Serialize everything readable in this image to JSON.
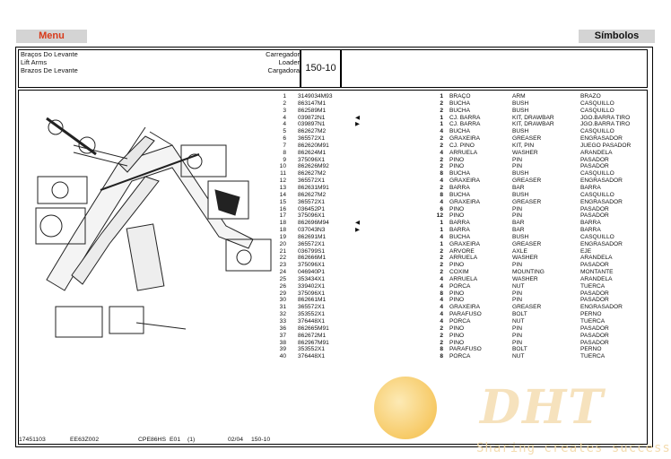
{
  "toolbar": {
    "menu_label": "Menu",
    "symbols_label": "Símbolos"
  },
  "header": {
    "title_pt": "Braços Do Levante",
    "title_en": "Lift Arms",
    "title_es": "Brazos De Levante",
    "group_pt": "Carregador",
    "group_en": "Loader",
    "group_es": "Cargadora",
    "section_number": "150-10"
  },
  "parts": [
    {
      "ref": "1",
      "part": "3149034M93",
      "qty": "1",
      "pt": "BRAÇO",
      "en": "ARM",
      "es": "BRAZO"
    },
    {
      "ref": "2",
      "part": "863147M1",
      "qty": "2",
      "pt": "BUCHA",
      "en": "BUSH",
      "es": "CASQUILLO"
    },
    {
      "ref": "3",
      "part": "862589M1",
      "qty": "2",
      "pt": "BUCHA",
      "en": "BUSH",
      "es": "CASQUILLO"
    },
    {
      "ref": "4",
      "part": "039872N1",
      "qty": "1",
      "pt": "CJ. BARRA",
      "en": "KIT, DRAWBAR",
      "es": "JGO.BARRA TIRO",
      "marker": "◀"
    },
    {
      "ref": "4",
      "part": "039897N1",
      "qty": "1",
      "pt": "CJ. BARRA",
      "en": "KIT, DRAWBAR",
      "es": "JGO.BARRA TIRO",
      "marker": "▶"
    },
    {
      "ref": "5",
      "part": "862627M2",
      "qty": "4",
      "pt": "BUCHA",
      "en": "BUSH",
      "es": "CASQUILLO"
    },
    {
      "ref": "6",
      "part": "365572X1",
      "qty": "2",
      "pt": "GRAXEIRA",
      "en": "GREASER",
      "es": "ENGRASADOR"
    },
    {
      "ref": "7",
      "part": "862620M91",
      "qty": "2",
      "pt": "CJ. PINO",
      "en": "KIT, PIN",
      "es": "JUEGO PASADOR"
    },
    {
      "ref": "8",
      "part": "862624M1",
      "qty": "4",
      "pt": "ARRUELA",
      "en": "WASHER",
      "es": "ARANDELA"
    },
    {
      "ref": "9",
      "part": "375096X1",
      "qty": "2",
      "pt": "PINO",
      "en": "PIN",
      "es": "PASADOR"
    },
    {
      "ref": "10",
      "part": "862626M92",
      "qty": "2",
      "pt": "PINO",
      "en": "PIN",
      "es": "PASADOR"
    },
    {
      "ref": "11",
      "part": "862627M2",
      "qty": "8",
      "pt": "BUCHA",
      "en": "BUSH",
      "es": "CASQUILLO"
    },
    {
      "ref": "12",
      "part": "365572X1",
      "qty": "4",
      "pt": "GRAXEIRA",
      "en": "GREASER",
      "es": "ENGRASADOR"
    },
    {
      "ref": "13",
      "part": "862631M91",
      "qty": "2",
      "pt": "BARRA",
      "en": "BAR",
      "es": "BARRA"
    },
    {
      "ref": "14",
      "part": "862627M2",
      "qty": "8",
      "pt": "BUCHA",
      "en": "BUSH",
      "es": "CASQUILLO"
    },
    {
      "ref": "15",
      "part": "365572X1",
      "qty": "4",
      "pt": "GRAXEIRA",
      "en": "GREASER",
      "es": "ENGRASADOR"
    },
    {
      "ref": "16",
      "part": "036452P1",
      "qty": "6",
      "pt": "PINO",
      "en": "PIN",
      "es": "PASADOR"
    },
    {
      "ref": "17",
      "part": "375096X1",
      "qty": "12",
      "pt": "PINO",
      "en": "PIN",
      "es": "PASADOR"
    },
    {
      "ref": "18",
      "part": "862696M94",
      "qty": "1",
      "pt": "BARRA",
      "en": "BAR",
      "es": "BARRA",
      "marker": "◀"
    },
    {
      "ref": "18",
      "part": "037043N3",
      "qty": "1",
      "pt": "BARRA",
      "en": "BAR",
      "es": "BARRA",
      "marker": "▶"
    },
    {
      "ref": "19",
      "part": "862691M1",
      "qty": "4",
      "pt": "BUCHA",
      "en": "BUSH",
      "es": "CASQUILLO"
    },
    {
      "ref": "20",
      "part": "365572X1",
      "qty": "1",
      "pt": "GRAXEIRA",
      "en": "GREASER",
      "es": "ENGRASADOR"
    },
    {
      "ref": "21",
      "part": "036799S1",
      "qty": "2",
      "pt": "ARVORE",
      "en": "AXLE",
      "es": "EJE"
    },
    {
      "ref": "22",
      "part": "862666M1",
      "qty": "2",
      "pt": "ARRUELA",
      "en": "WASHER",
      "es": "ARANDELA"
    },
    {
      "ref": "23",
      "part": "375096X1",
      "qty": "2",
      "pt": "PINO",
      "en": "PIN",
      "es": "PASADOR"
    },
    {
      "ref": "24",
      "part": "046940P1",
      "qty": "2",
      "pt": "COXIM",
      "en": "MOUNTING",
      "es": "MONTANTE"
    },
    {
      "ref": "25",
      "part": "353434X1",
      "qty": "4",
      "pt": "ARRUELA",
      "en": "WASHER",
      "es": "ARANDELA"
    },
    {
      "ref": "26",
      "part": "339402X1",
      "qty": "4",
      "pt": "PORCA",
      "en": "NUT",
      "es": "TUERCA"
    },
    {
      "ref": "29",
      "part": "375096X1",
      "qty": "8",
      "pt": "PINO",
      "en": "PIN",
      "es": "PASADOR"
    },
    {
      "ref": "30",
      "part": "862661M1",
      "qty": "4",
      "pt": "PINO",
      "en": "PIN",
      "es": "PASADOR"
    },
    {
      "ref": "31",
      "part": "365572X1",
      "qty": "4",
      "pt": "GRAXEIRA",
      "en": "GREASER",
      "es": "ENGRASADOR"
    },
    {
      "ref": "32",
      "part": "353552X1",
      "qty": "4",
      "pt": "PARAFUSO",
      "en": "BOLT",
      "es": "PERNO"
    },
    {
      "ref": "33",
      "part": "376448X1",
      "qty": "4",
      "pt": "PORCA",
      "en": "NUT",
      "es": "TUERCA"
    },
    {
      "ref": "36",
      "part": "862665M91",
      "qty": "2",
      "pt": "PINO",
      "en": "PIN",
      "es": "PASADOR"
    },
    {
      "ref": "37",
      "part": "862672M1",
      "qty": "2",
      "pt": "PINO",
      "en": "PIN",
      "es": "PASADOR"
    },
    {
      "ref": "38",
      "part": "862967M91",
      "qty": "2",
      "pt": "PINO",
      "en": "PIN",
      "es": "PASADOR"
    },
    {
      "ref": "39",
      "part": "353552X1",
      "qty": "8",
      "pt": "PARAFUSO",
      "en": "BOLT",
      "es": "PERNO"
    },
    {
      "ref": "40",
      "part": "376448X1",
      "qty": "8",
      "pt": "PORCA",
      "en": "NUT",
      "es": "TUERCA"
    }
  ],
  "footer": {
    "doc_id": "17451103",
    "code": "EE63Z002",
    "model": "CPE86HS",
    "edition": "E01",
    "count": "(1)",
    "date": "02/04",
    "page": "150-10"
  },
  "watermark": {
    "logo_text": "DHT",
    "slogan": "Sharing creates success"
  }
}
